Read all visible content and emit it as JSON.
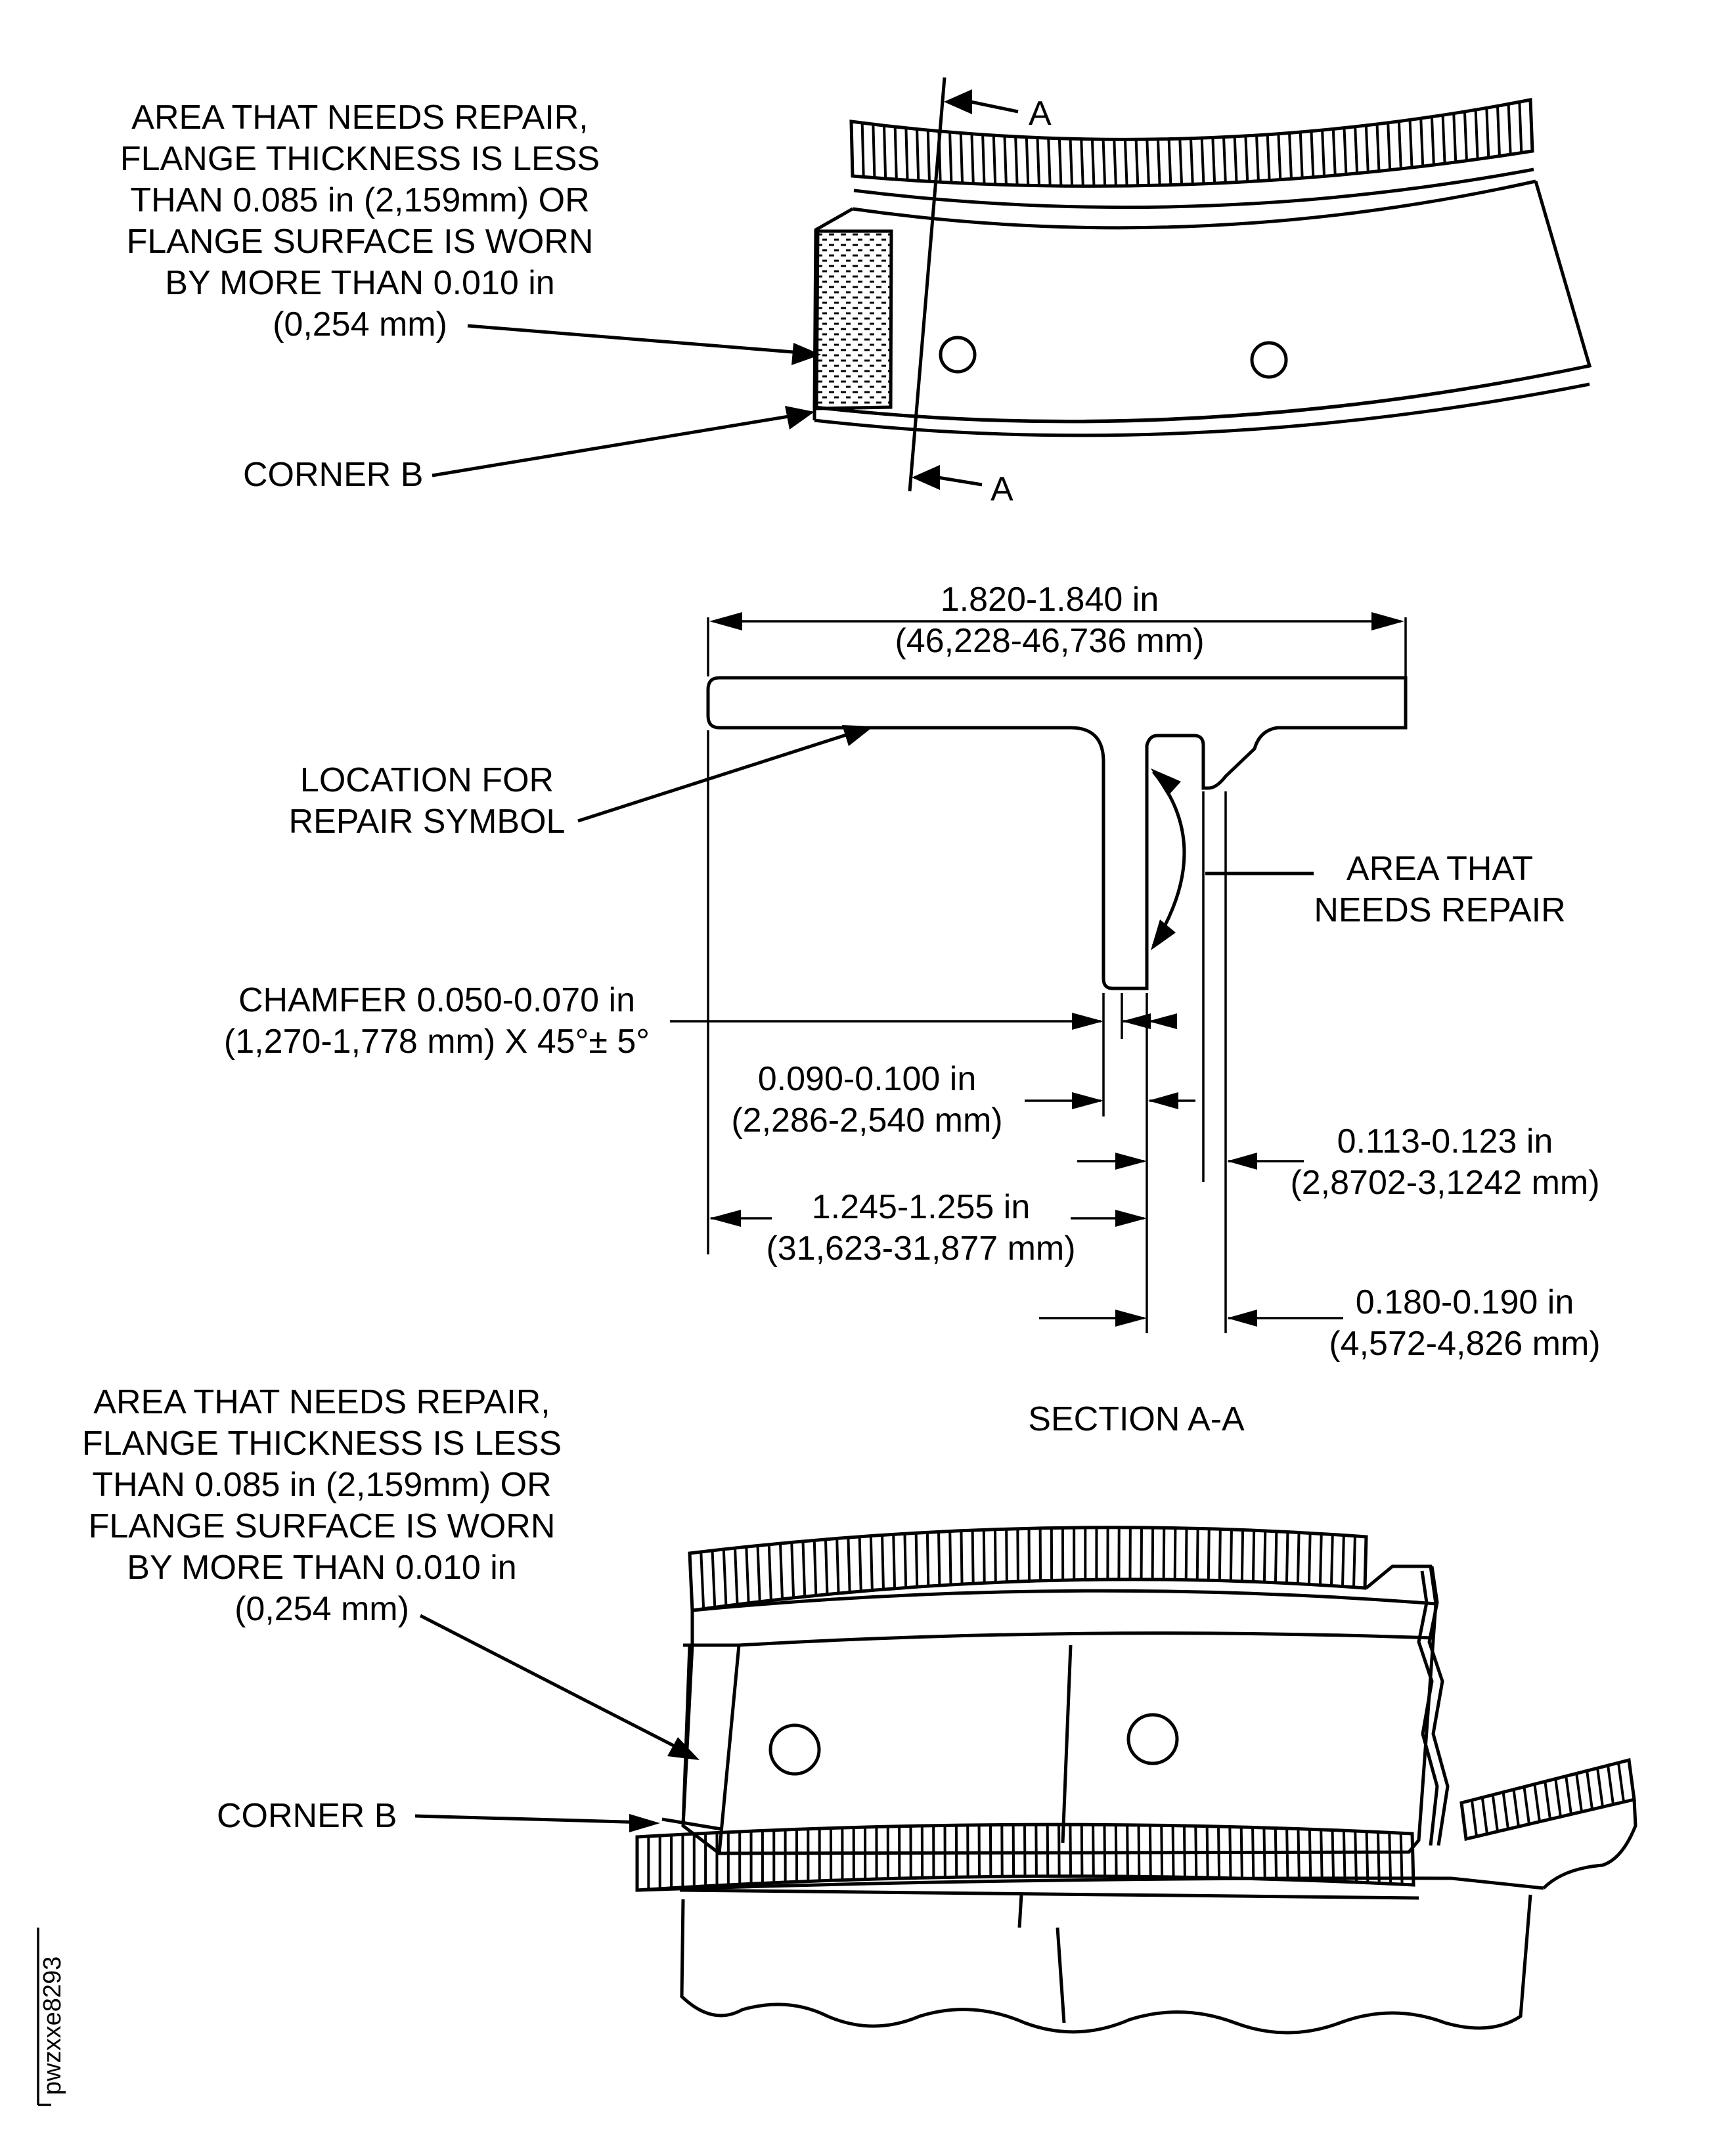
{
  "figure_id": "pwzxxe8293",
  "top_view": {
    "repair_note": [
      "AREA THAT NEEDS REPAIR,",
      "FLANGE THICKNESS IS LESS",
      "THAN 0.085 in (2,159mm) OR",
      "FLANGE SURFACE IS WORN",
      "BY MORE THAN 0.010 in",
      "(0,254 mm)"
    ],
    "corner_label": "CORNER B",
    "section_mark_top": "A",
    "section_mark_bottom": "A"
  },
  "section": {
    "overall_width": [
      "1.820-1.840 in",
      "(46,228-46,736 mm)"
    ],
    "location_note": [
      "LOCATION FOR",
      "REPAIR SYMBOL"
    ],
    "area_note": [
      "AREA THAT",
      "NEEDS REPAIR"
    ],
    "chamfer": [
      "CHAMFER 0.050-0.070 in",
      "(1,270-1,778 mm) X 45°± 5°"
    ],
    "dim_090": [
      "0.090-0.100 in",
      "(2,286-2,540 mm)"
    ],
    "dim_113": [
      "0.113-0.123 in",
      "(2,8702-3,1242 mm)"
    ],
    "dim_1245": [
      "1.245-1.255 in",
      "(31,623-31,877 mm)"
    ],
    "dim_180": [
      "0.180-0.190 in",
      "(4,572-4,826 mm)"
    ],
    "title": "SECTION A-A"
  },
  "bottom_view": {
    "repair_note": [
      "AREA THAT NEEDS REPAIR,",
      "FLANGE THICKNESS IS LESS",
      "THAN 0.085 in (2,159mm) OR",
      "FLANGE SURFACE IS WORN",
      "BY MORE THAN 0.010 in",
      "(0,254 mm)"
    ],
    "corner_label": "CORNER B"
  }
}
